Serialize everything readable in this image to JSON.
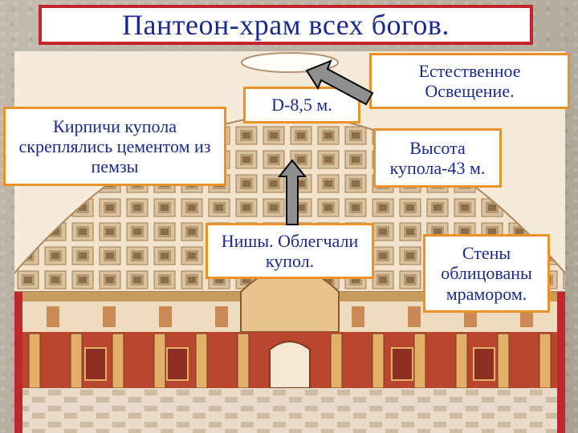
{
  "slide": {
    "title": "Пантеон-храм всех богов."
  },
  "callouts": {
    "bricks": "Кирпичи купола скреплялись цементом из пемзы",
    "diameter": "D-8,5 м.",
    "natural_light": "Естественное Освещение.",
    "height": "Высота купола-43 м.",
    "niches": "Нишы. Облегчали купол.",
    "walls": "Стены облицованы мрамором."
  },
  "colors": {
    "title_text": "#1b2a8c",
    "title_border": "#c0262b",
    "callout_border": "#e9922a",
    "callout_text": "#1b2a8c",
    "arrow_fill": "#8f8f8f"
  }
}
